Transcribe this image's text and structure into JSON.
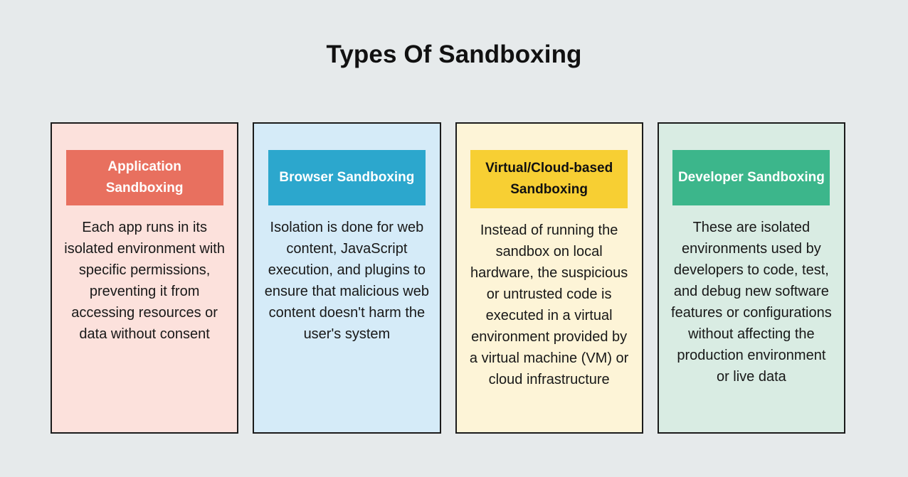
{
  "page": {
    "title": "Types Of Sandboxing",
    "background_color": "#e6eaeb"
  },
  "cards": [
    {
      "id": "application-sandboxing",
      "header": "Application Sandboxing",
      "body": "Each app runs in its isolated environment with specific permissions, preventing it from accessing resources or data without consent",
      "card_background": "#fce1dc",
      "header_background": "#e8705f",
      "header_text_color": "#ffffff"
    },
    {
      "id": "browser-sandboxing",
      "header": "Browser Sandboxing",
      "body": "Isolation is done for web content, JavaScript execution, and plugins to ensure that malicious web content doesn't harm the user's system",
      "card_background": "#d5ebf8",
      "header_background": "#2ca7cd",
      "header_text_color": "#ffffff"
    },
    {
      "id": "virtual-cloud-based-sandboxing",
      "header": "Virtual/Cloud-based Sandboxing",
      "body": "Instead of running the sandbox on local hardware, the suspicious or untrusted code is executed in a virtual environment provided by a virtual machine (VM) or cloud infrastructure",
      "card_background": "#fdf4d7",
      "header_background": "#f7cf33",
      "header_text_color": "#111111"
    },
    {
      "id": "developer-sandboxing",
      "header": "Developer Sandboxing",
      "body": "These are isolated environments used by developers to code, test, and debug new software features or configurations without affecting the production environment or live data",
      "card_background": "#d9ece3",
      "header_background": "#3cb68b",
      "header_text_color": "#ffffff"
    }
  ]
}
